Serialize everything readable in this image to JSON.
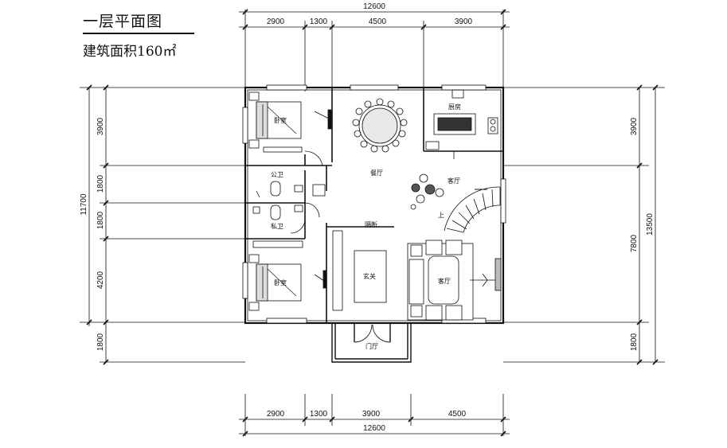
{
  "header": {
    "title": "一层平面图",
    "subtitle": "建筑面积160㎡"
  },
  "dimensions": {
    "top_total": "12600",
    "top": [
      "2900",
      "1300",
      "4500",
      "3900"
    ],
    "bottom_total": "12600",
    "bottom": [
      "2900",
      "1300",
      "3900",
      "4500"
    ],
    "left_total": "11700",
    "left": [
      "3900",
      "1800",
      "1800",
      "4200",
      "1800"
    ],
    "right_total": "13500",
    "right_upper": "3900",
    "right_middle": "7800",
    "right_lower": "1800"
  },
  "rooms": {
    "bedroom_top": "卧室",
    "bedroom_bottom": "卧室",
    "kitchen": "厨房",
    "dining": "餐厅",
    "living_upper": "客厅",
    "living_lower": "客厅",
    "public_bath": "公卫",
    "private_bath": "私卫",
    "foyer": "玄关",
    "partition": "隔断",
    "porch": "门厅",
    "stair_up": "上"
  }
}
